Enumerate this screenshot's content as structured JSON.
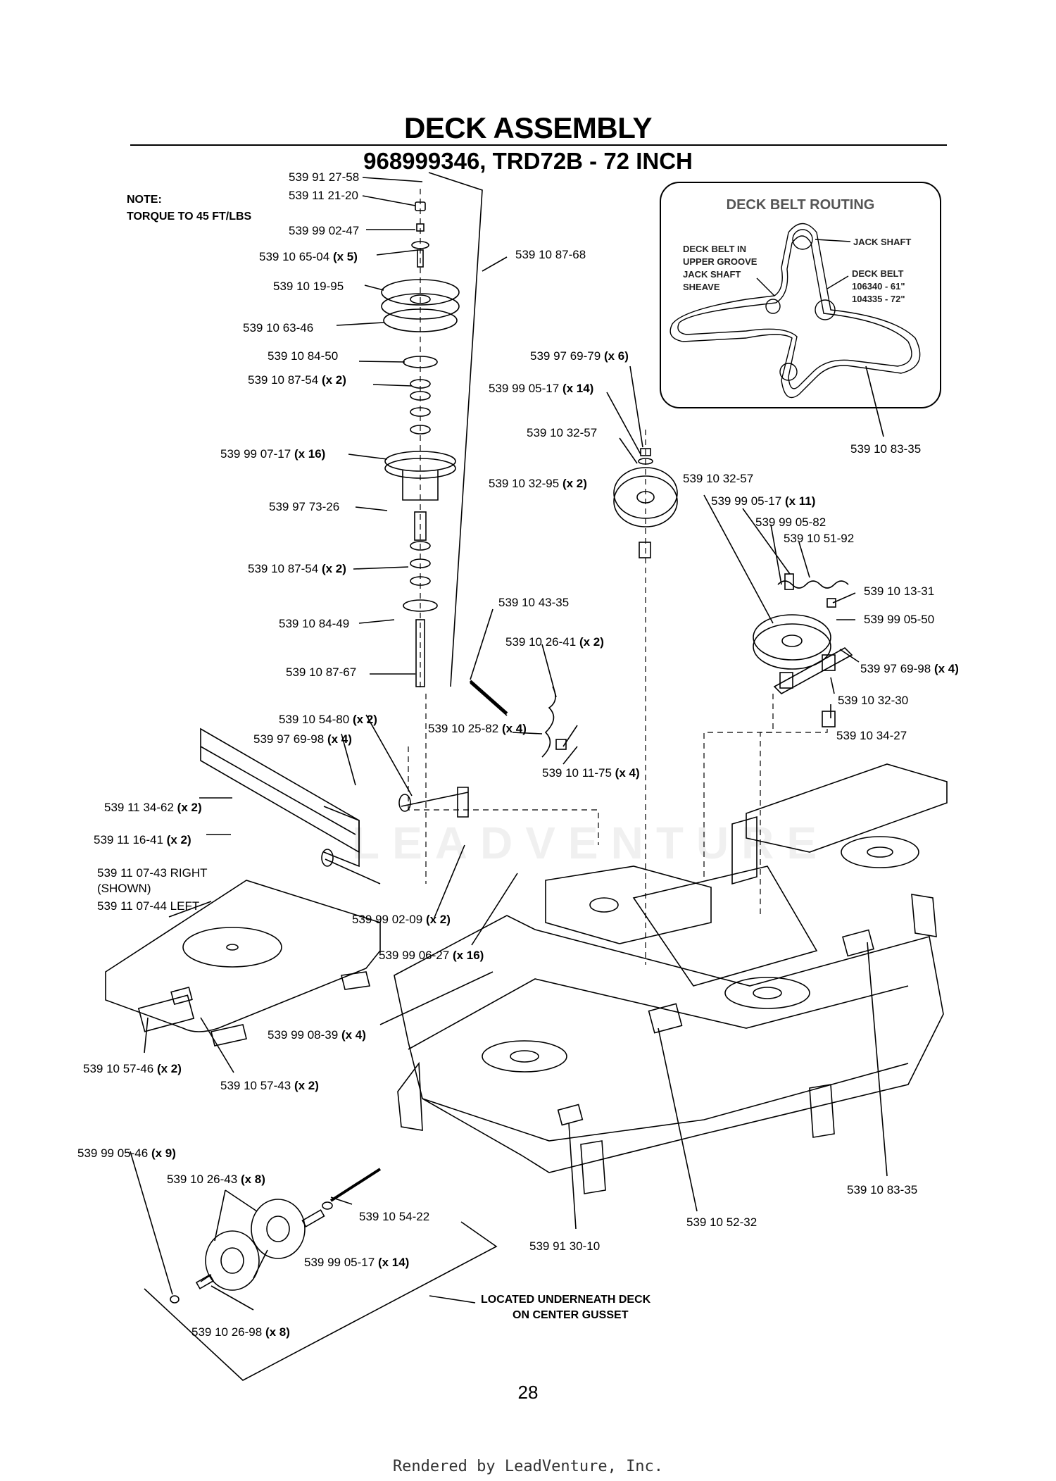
{
  "header": {
    "title": "DECK ASSEMBLY",
    "subtitle": "968999346, TRD72B - 72 INCH"
  },
  "note": {
    "line1": "NOTE:",
    "line2": "TORQUE TO 45 FT/LBS"
  },
  "belt_routing": {
    "title": "DECK BELT ROUTING",
    "upper_label_1": "DECK BELT IN",
    "upper_label_2": "UPPER GROOVE",
    "upper_label_3": "JACK SHAFT",
    "upper_label_4": "SHEAVE",
    "jack_shaft": "JACK SHAFT",
    "deck_belt": "DECK BELT",
    "belt_61": "106340 - 61\"",
    "belt_72": "104335 - 72\""
  },
  "parts": [
    {
      "num": "539 91 27-58",
      "qty": ""
    },
    {
      "num": "539 11 21-20",
      "qty": ""
    },
    {
      "num": "539 99 02-47",
      "qty": ""
    },
    {
      "num": "539 10 65-04",
      "qty": "(x 5)"
    },
    {
      "num": "539 10 19-95",
      "qty": ""
    },
    {
      "num": "539 10 87-68",
      "qty": ""
    },
    {
      "num": "539 10 63-46",
      "qty": ""
    },
    {
      "num": "539 10 84-50",
      "qty": ""
    },
    {
      "num": "539 10 87-54",
      "qty": "(x 2)"
    },
    {
      "num": "539 99 07-17",
      "qty": "(x 16)"
    },
    {
      "num": "539 97 73-26",
      "qty": ""
    },
    {
      "num": "539 10 87-54",
      "qty": "(x 2)"
    },
    {
      "num": "539 10 84-49",
      "qty": ""
    },
    {
      "num": "539 10 87-67",
      "qty": ""
    },
    {
      "num": "539 97 69-79",
      "qty": "(x 6)"
    },
    {
      "num": "539 99 05-17",
      "qty": "(x 14)"
    },
    {
      "num": "539 10 32-57",
      "qty": ""
    },
    {
      "num": "539 10 32-95",
      "qty": "(x 2)"
    },
    {
      "num": "539 10 32-57",
      "qty": ""
    },
    {
      "num": "539 99 05-17",
      "qty": "(x 11)"
    },
    {
      "num": "539 99 05-82",
      "qty": ""
    },
    {
      "num": "539 10 51-92",
      "qty": ""
    },
    {
      "num": "539 10 13-31",
      "qty": ""
    },
    {
      "num": "539 99 05-50",
      "qty": ""
    },
    {
      "num": "539 97 69-98",
      "qty": "(x 4)"
    },
    {
      "num": "539 10 32-30",
      "qty": ""
    },
    {
      "num": "539 10 34-27",
      "qty": ""
    },
    {
      "num": "539 10 83-35",
      "qty": ""
    },
    {
      "num": "539 10 43-35",
      "qty": ""
    },
    {
      "num": "539 10 26-41",
      "qty": "(x 2)"
    },
    {
      "num": "539 10 54-80",
      "qty": "(x 2)"
    },
    {
      "num": "539 97 69-98",
      "qty": "(x 4)"
    },
    {
      "num": "539 10 25-82",
      "qty": "(x 4)"
    },
    {
      "num": "539 10 11-75",
      "qty": "(x 4)"
    },
    {
      "num": "539 11 34-62",
      "qty": "(x 2)"
    },
    {
      "num": "539 11 16-41",
      "qty": "(x 2)"
    },
    {
      "num": "539 11 07-43 RIGHT",
      "qty": ""
    },
    {
      "num": "(SHOWN)",
      "qty": ""
    },
    {
      "num": "539 11 07-44 LEFT",
      "qty": ""
    },
    {
      "num": "539 99 02-09",
      "qty": "(x 2)"
    },
    {
      "num": "539 99 06-27",
      "qty": "(x 16)"
    },
    {
      "num": "539 99 08-39",
      "qty": "(x 4)"
    },
    {
      "num": "539 10 57-46",
      "qty": "(x 2)"
    },
    {
      "num": "539 10 57-43",
      "qty": "(x 2)"
    },
    {
      "num": "539 99 05-46",
      "qty": "(x 9)"
    },
    {
      "num": "539 10 26-43",
      "qty": "(x 8)"
    },
    {
      "num": "539 10 54-22",
      "qty": ""
    },
    {
      "num": "539 99 05-17",
      "qty": "(x 14)"
    },
    {
      "num": "539 10 26-98",
      "qty": "(x 8)"
    },
    {
      "num": "539 10 83-35",
      "qty": ""
    },
    {
      "num": "539 10 52-32",
      "qty": ""
    },
    {
      "num": "539 91 30-10",
      "qty": ""
    }
  ],
  "located_note": {
    "line1": "LOCATED UNDERNEATH DECK",
    "line2": "ON CENTER GUSSET"
  },
  "page_number": "28",
  "footer": "Rendered by LeadVenture, Inc.",
  "watermark": "LEADVENTURE"
}
